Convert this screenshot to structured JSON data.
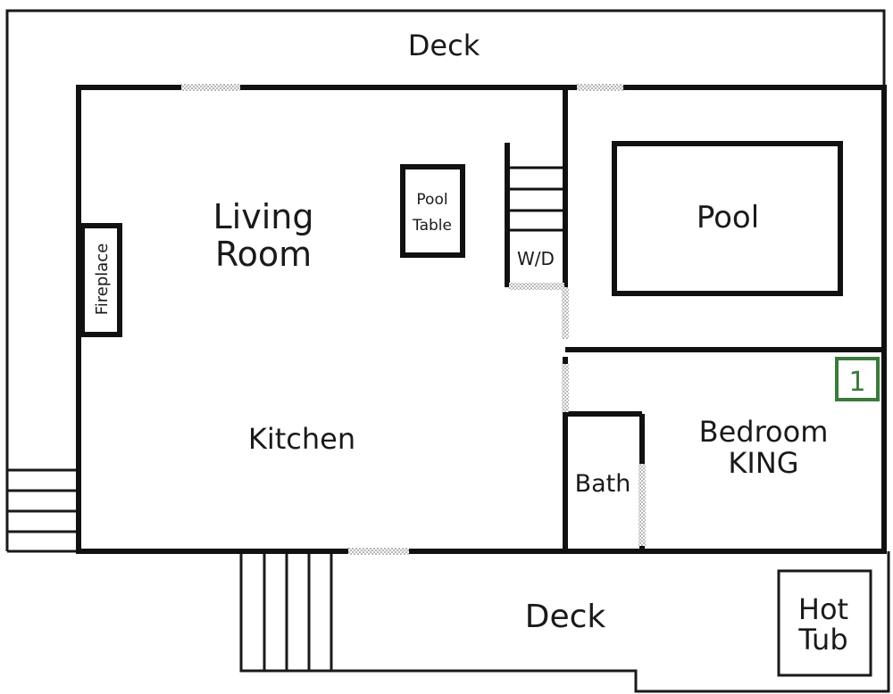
{
  "labels": {
    "deck_top": "Deck",
    "living_line1": "Living",
    "living_line2": "Room",
    "pool_table_line1": "Pool",
    "pool_table_line2": "Table",
    "wd": "W/D",
    "pool": "Pool",
    "fireplace": "Fireplace",
    "kitchen": "Kitchen",
    "bath": "Bath",
    "bedroom_line1": "Bedroom",
    "bedroom_line2": "KING",
    "bedroom_number": "1",
    "deck_bottom": "Deck",
    "hot_tub_line1": "Hot",
    "hot_tub_line2": "Tub"
  },
  "colors": {
    "wall": "#111111",
    "outline": "#1a1a1a",
    "door": "#b8b8b8",
    "badge": "#3b7a3b"
  }
}
